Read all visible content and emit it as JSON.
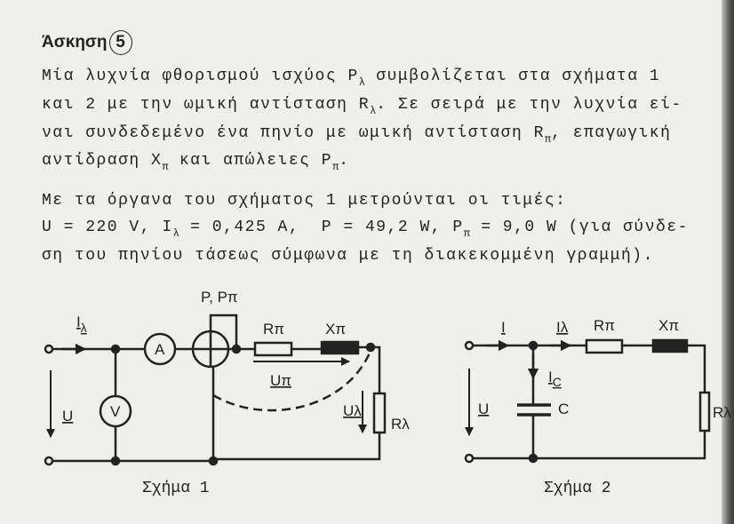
{
  "heading": {
    "label": "Άσκηση",
    "number": "5"
  },
  "paragraph1": [
    {
      "pre": "Μία λυχνία φθορισμού ισχύος P",
      "sub": "λ",
      "post": " συμβολίζεται στα σχήματα 1"
    },
    {
      "pre": "και 2 με την ωμική αντίσταση R",
      "sub": "λ",
      "post": ". Σε σειρά με την λυχνία εί-"
    },
    {
      "pre": "ναι συνδεδεμένο ένα πηνίο με ωμική αντίσταση R",
      "sub": "π",
      "post": ", επαγωγική"
    },
    {
      "pre": "αντίδραση X",
      "sub": "π",
      "post": " και απώλειες P",
      "sub2": "π",
      "post2": "."
    }
  ],
  "paragraph2": {
    "line1": "Με τα όργανα του σχήματος 1 μετρούνται οι τιμές:",
    "line2_a": "U = 220 V, I",
    "line2_sub1": "λ",
    "line2_b": " = 0,425 A,  P = 49,2 W, P",
    "line2_sub2": "π",
    "line2_c": " = 9,0 W (για σύνδε-",
    "line3": "ση του πηνίου τάσεως σύμφωνα με τη διακεκομμένη γραμμή)."
  },
  "figure1": {
    "caption": "Σχήμα 1",
    "labels": {
      "current": "I",
      "current_sub": "λ",
      "voltage": "U",
      "ammeter": "A",
      "voltmeter": "V",
      "wattmeter": "P, Pπ",
      "r_coil": "Rπ",
      "x_coil": "Xπ",
      "u_coil": "Uπ",
      "u_lamp": "Uλ",
      "r_lamp": "Rλ"
    }
  },
  "figure2": {
    "caption": "Σχήμα 2",
    "labels": {
      "current": "I",
      "current_lamp": "Iλ",
      "current_cap": "I",
      "current_cap_sub": "C",
      "capacitor": "C",
      "voltage": "U",
      "r_coil": "Rπ",
      "x_coil": "Xπ",
      "r_lamp": "Rλ"
    }
  }
}
